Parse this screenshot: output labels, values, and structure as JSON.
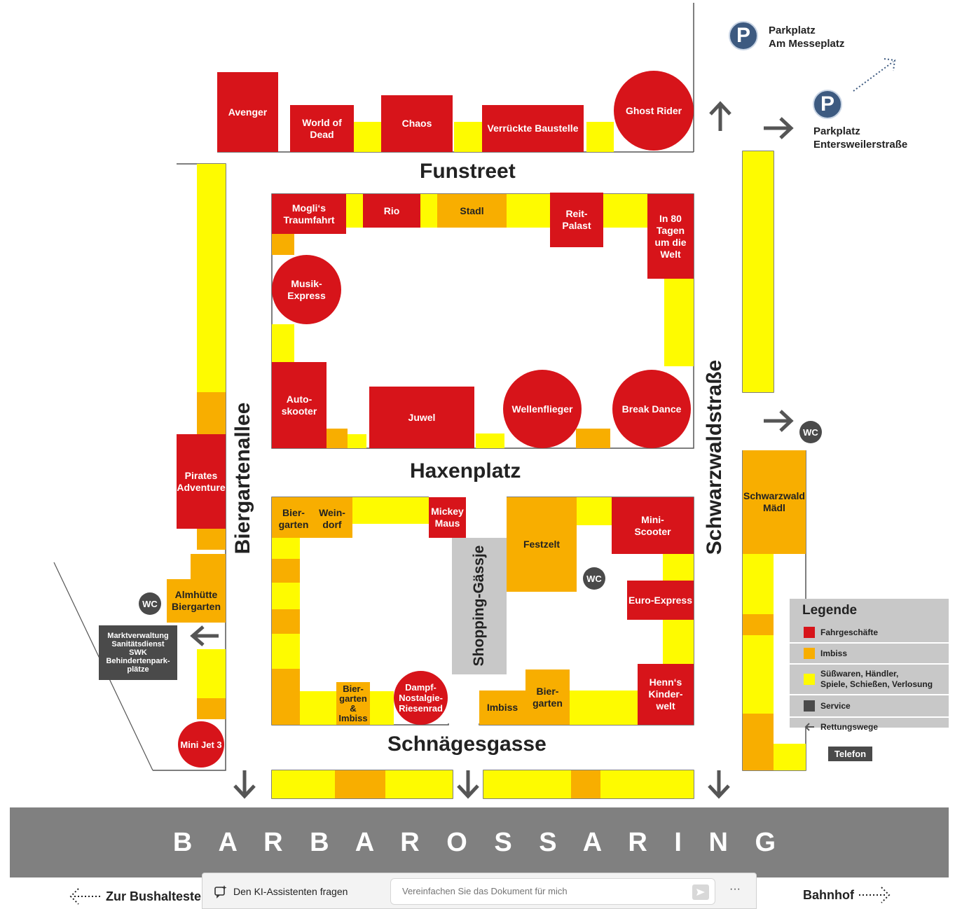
{
  "colors": {
    "ride": "#d7141a",
    "food": "#f8ae00",
    "sweets": "#fefb00",
    "service": "#4a4a4a",
    "road": "#808080",
    "panel": "#c8c8c8"
  },
  "streets": {
    "funstreet": "Funstreet",
    "haxenplatz": "Haxenplatz",
    "schnaegesgasse": "Schnägesgasse",
    "biergartenallee": "Biergartenallee",
    "schwarzwaldstrasse": "Schwarzwaldstraße",
    "shopping": "Shopping-Gässje",
    "barbarossaring": "B A R B A R O S S A R I N G"
  },
  "rides": {
    "avenger": "Avenger",
    "world_of_dead": "World of\nDead",
    "chaos": "Chaos",
    "verrueckte": "Verrückte Baustelle",
    "ghost_rider": "Ghost Rider",
    "moglis": "Mogli‘s\nTraumfahrt",
    "rio": "Rio",
    "reit_palast": "Reit-\nPalast",
    "in80": "In 80\nTagen\num die\nWelt",
    "musik_express": "Musik-\nExpress",
    "autoskooter": "Auto-\nskooter",
    "juwel": "Juwel",
    "wellenflieger": "Wellenflieger",
    "break_dance": "Break Dance",
    "pirates": "Pirates\nAdventure",
    "mickey": "Mickey\nMaus",
    "mini_scooter": "Mini-\nScooter",
    "euro_express": "Euro-Express",
    "dampf": "Dampf-\nNostalgie-\nRiesenrad",
    "henns": "Henn‘s\nKinder-\nwelt",
    "mini_jet": "Mini Jet 3"
  },
  "food": {
    "stadl": "Stadl",
    "biergarten1": "Bier-\ngarten",
    "weindorf": "Wein-\ndorf",
    "festzelt": "Festzelt",
    "schwarzwald_maedl": "Schwarzwald\nMädl",
    "almhuette": "Almhütte\nBiergarten",
    "biergarten_imbiss": "Bier-\ngarten\n&\nImbiss",
    "imbiss": "Imbiss",
    "biergarten2": "Bier-\ngarten"
  },
  "service": {
    "wc": "WC",
    "marktverwaltung": "Marktverwaltung\nSanitätsdienst\nSWK\nBehindertenpark-\nplätze",
    "telefon": "Telefon"
  },
  "parking": {
    "p_symbol": "P",
    "messeplatz": "Parkplatz\nAm Messeplatz",
    "entersweiler": "Parkplatz\nEntersweilerstraße"
  },
  "legend": {
    "title": "Legende",
    "rides": "Fahrgeschäfte",
    "food": "Imbiss",
    "sweets": "Süßwaren, Händler,\nSpiele, Schießen, Verlosung",
    "service": "Service",
    "escape": "Rettungswege"
  },
  "bottom": {
    "bus": "Zur Bushalteste",
    "bahnhof": "Bahnhof",
    "ai_button": "Den KI-Assistenten fragen",
    "ai_placeholder": "Vereinfachen Sie das Dokument für mich",
    "more": "···"
  }
}
